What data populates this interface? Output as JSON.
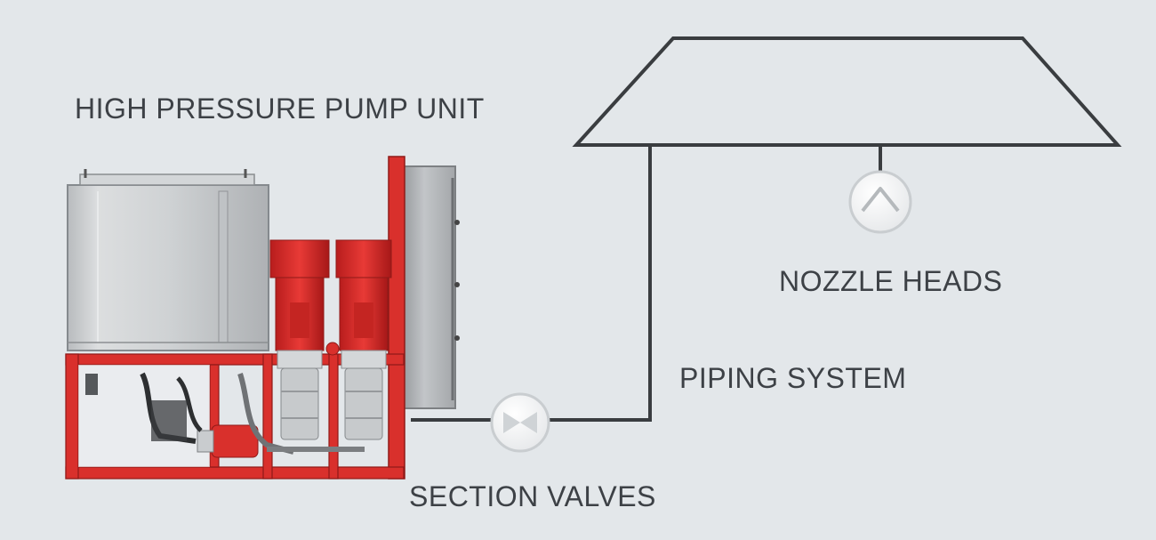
{
  "labels": {
    "pump_unit": "HIGH PRESSURE PUMP UNIT",
    "nozzle_heads": "NOZZLE HEADS",
    "piping_system": "PIPING SYSTEM",
    "section_valves": "SECTION VALVES"
  },
  "colors": {
    "background": "#e3e7ea",
    "frame_red": "#d9302c",
    "line": "#3a3d40",
    "tank_gray": "#c9cccf"
  },
  "icons": [
    "pump-unit-illustration",
    "section-valve-icon",
    "nozzle-head-icon"
  ]
}
